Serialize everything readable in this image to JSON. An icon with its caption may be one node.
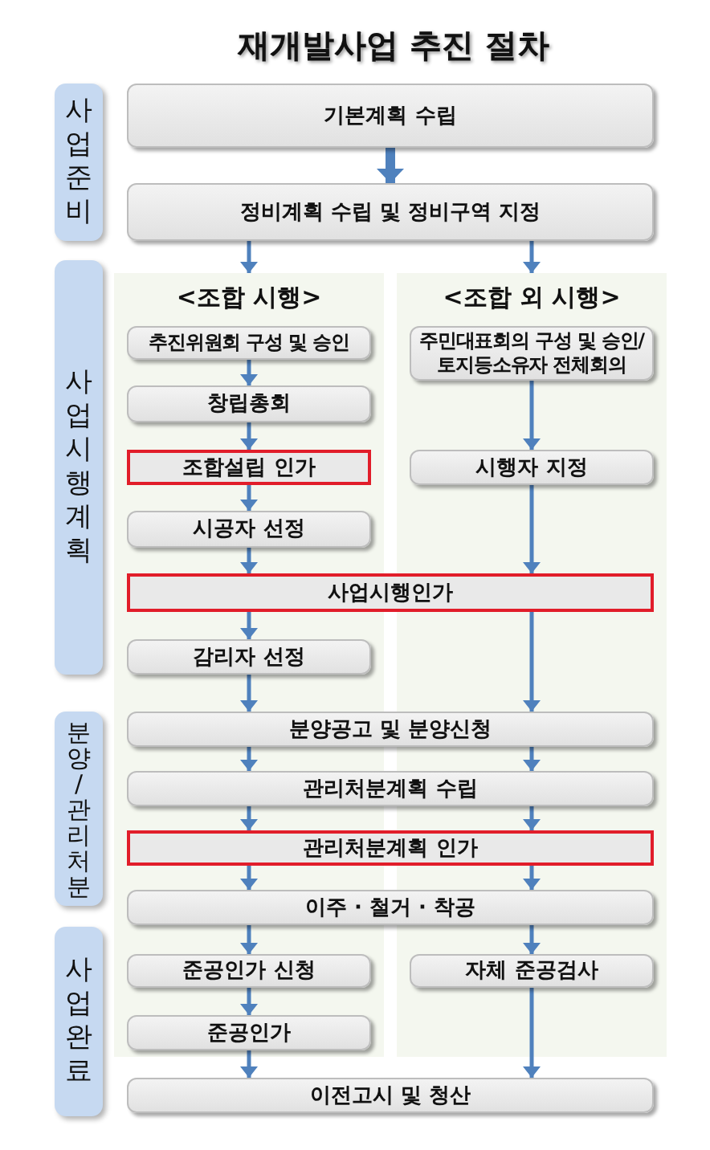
{
  "diagram": {
    "title": "재개발사업 추진 절차",
    "nodes": [
      {
        "text": [
          "사업준비"
        ]
      },
      {
        "text": [
          "기본계획 수립"
        ]
      },
      {
        "text": [
          "정비계획 수립 및 정비구역 지정"
        ]
      },
      {
        "text": [
          "사업시행계획"
        ]
      },
      {
        "text": [
          "<조합 시행>"
        ]
      },
      {
        "text": [
          "<조합 외 시행>"
        ]
      },
      {
        "text": [
          "추진위원회 구성 및 승인"
        ],
        "in": 4
      },
      {
        "text": [
          "주민대표회의 구성 및 승인/ 토지등소유자 전체회의"
        ],
        "in": 5
      },
      {
        "text": [
          "창립총회"
        ],
        "in": 4
      },
      {
        "text": [
          "조합설립 인가"
        ],
        "in": 4
      },
      {
        "text": [
          "시행자 지정"
        ],
        "in": 5
      },
      {
        "text": [
          "시공자 선정"
        ],
        "in": 4
      },
      {
        "text": [
          "사업시행인가"
        ]
      },
      {
        "text": [
          "감리자 선정"
        ],
        "in": 4
      },
      {
        "text": [
          "분양/관리처분"
        ]
      },
      {
        "text": [
          "분양공고 및 분양신청"
        ]
      },
      {
        "text": [
          "관리처분계획 수립"
        ]
      },
      {
        "text": [
          "관리처분계획 인가"
        ]
      },
      {
        "text": [
          "이주 · 철거 · 착공"
        ]
      },
      {
        "text": [
          "사업완료"
        ]
      },
      {
        "text": [
          "준공인가 신청"
        ],
        "in": 4
      },
      {
        "text": [
          "자체 준공검사"
        ],
        "in": 5
      },
      {
        "text": [
          "준공인가"
        ],
        "in": 4
      },
      {
        "text": [
          "이전고시 및 청산"
        ]
      }
    ],
    "edges": [
      {
        "from": 1,
        "to": 2,
        "arrow": "to",
        "style": "thick"
      },
      {
        "from": 2,
        "to": 4,
        "arrow": "to"
      },
      {
        "from": 2,
        "to": 5,
        "arrow": "to"
      },
      {
        "from": 6,
        "to": 8,
        "arrow": "to"
      },
      {
        "from": 8,
        "to": 9,
        "arrow": "to"
      },
      {
        "from": 9,
        "to": 11,
        "arrow": "to"
      },
      {
        "from": 11,
        "to": 12,
        "arrow": "to"
      },
      {
        "from": 12,
        "to": 13,
        "arrow": "to"
      },
      {
        "from": 13,
        "to": 15,
        "arrow": "to"
      },
      {
        "from": 7,
        "to": 10,
        "arrow": "to"
      },
      {
        "from": 10,
        "to": 12,
        "arrow": "to"
      },
      {
        "from": 12,
        "to": 15,
        "arrow": "to"
      },
      {
        "from": 15,
        "to": 16,
        "arrow": "to"
      },
      {
        "from": 15,
        "to": 16,
        "arrow": "to"
      },
      {
        "from": 16,
        "to": 17,
        "arrow": "to"
      },
      {
        "from": 16,
        "to": 17,
        "arrow": "to"
      },
      {
        "from": 17,
        "to": 18,
        "arrow": "to"
      },
      {
        "from": 17,
        "to": 18,
        "arrow": "to"
      },
      {
        "from": 18,
        "to": 20,
        "arrow": "to"
      },
      {
        "from": 18,
        "to": 21,
        "arrow": "to"
      },
      {
        "from": 20,
        "to": 22,
        "arrow": "to"
      },
      {
        "from": 22,
        "to": 23,
        "arrow": "to"
      },
      {
        "from": 21,
        "to": 23,
        "arrow": "to"
      }
    ]
  }
}
